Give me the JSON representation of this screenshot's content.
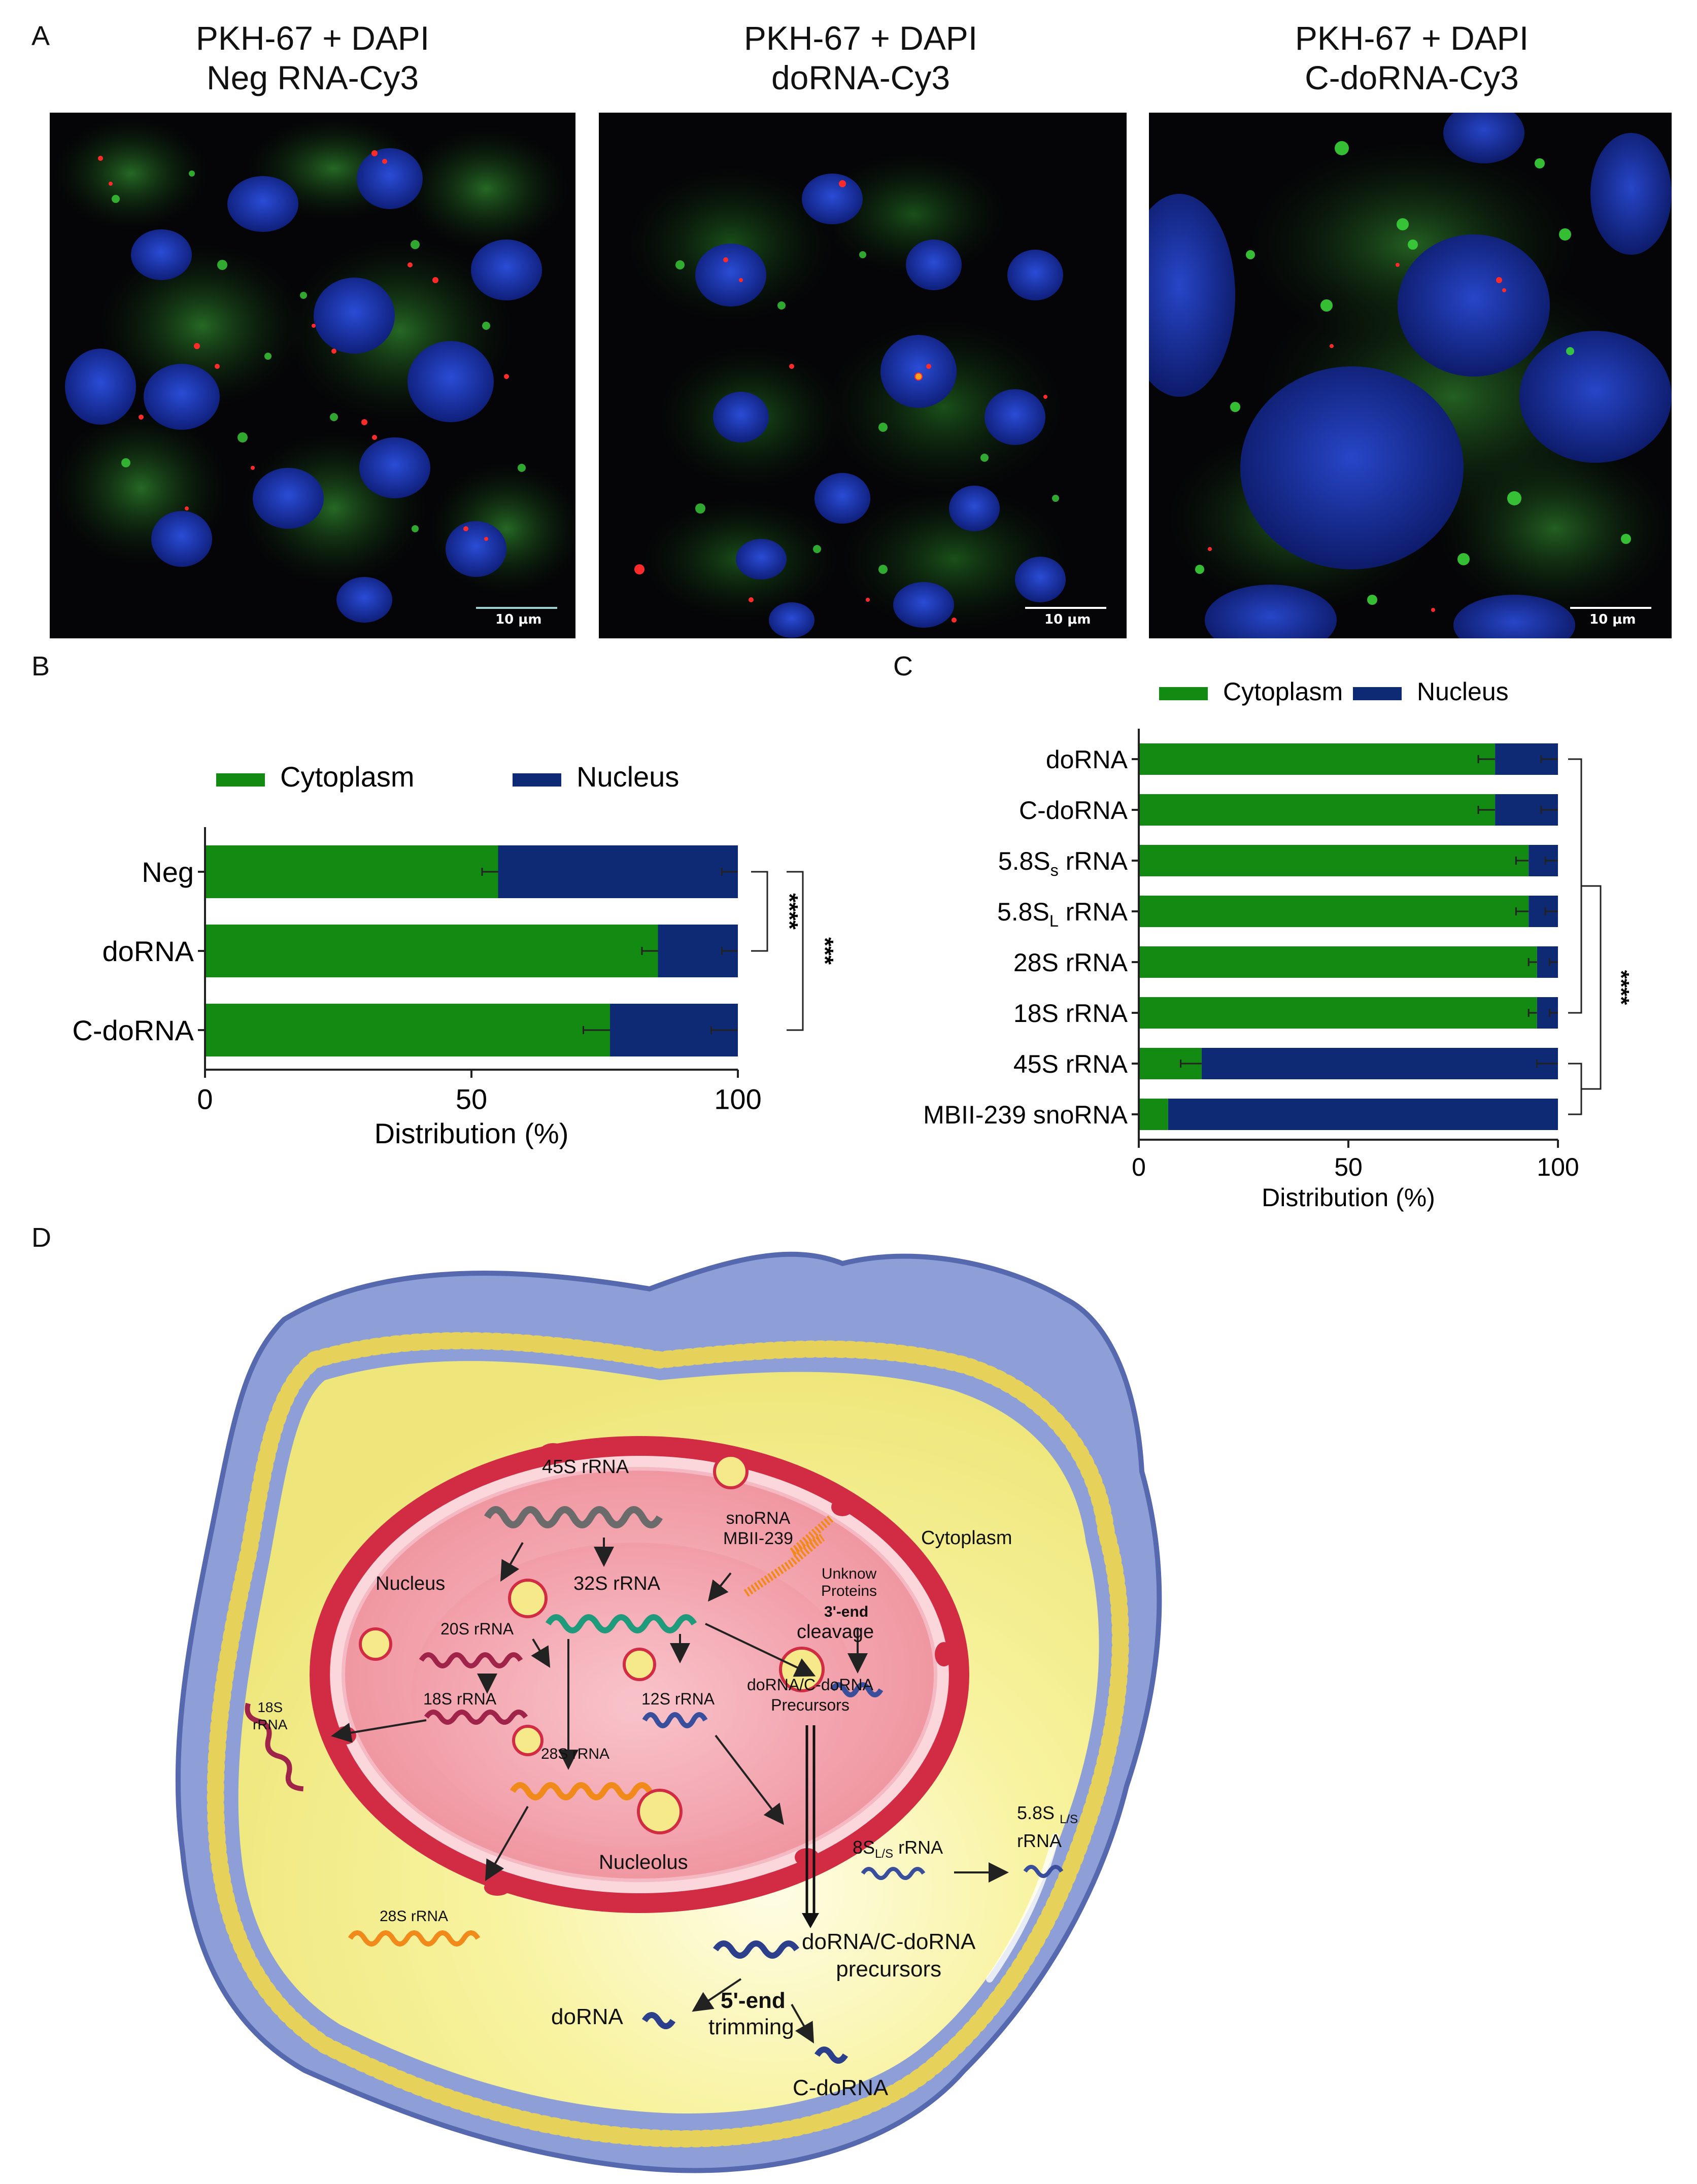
{
  "panels": {
    "A": {
      "letter": "A",
      "images": [
        {
          "line1": "PKH-67 + DAPI",
          "line2": "Neg RNA-Cy3",
          "scale": "10 μm"
        },
        {
          "line1": "PKH-67 + DAPI",
          "line2": "doRNA-Cy3",
          "scale": "10 μm"
        },
        {
          "line1": "PKH-67 + DAPI",
          "line2": "C-doRNA-Cy3",
          "scale": "10 μm"
        }
      ]
    },
    "B": {
      "letter": "B"
    },
    "C": {
      "letter": "C"
    },
    "D": {
      "letter": "D"
    }
  },
  "colors": {
    "cytoplasm": "#138a12",
    "nucleus": "#0e2a74",
    "membrane": "#7a8cc6",
    "cell_fill": "#f6f29a",
    "nucleus_fill": "#f3a6ae",
    "envelope": "#dc3548"
  },
  "chart_data": [
    {
      "type": "bar",
      "stacked": true,
      "orientation": "horizontal",
      "categories": [
        "Neg",
        "doRNA",
        "C-doRNA"
      ],
      "series": [
        {
          "name": "Cytoplasm",
          "values": [
            55,
            85,
            76
          ],
          "errors": [
            3,
            3,
            5
          ]
        },
        {
          "name": "Nucleus",
          "values": [
            45,
            15,
            24
          ],
          "errors": [
            3,
            3,
            5
          ]
        }
      ],
      "xlabel": "Distribution (%)",
      "xlim": [
        0,
        100
      ],
      "xticks": [
        "0",
        "50",
        "100"
      ],
      "legend": "top",
      "significance": [
        {
          "label": "****",
          "between": [
            "Neg",
            "doRNA"
          ]
        },
        {
          "label": "***",
          "between": [
            "Neg",
            "C-doRNA"
          ]
        }
      ]
    },
    {
      "type": "bar",
      "stacked": true,
      "orientation": "horizontal",
      "categories": [
        "doRNA",
        "C-doRNA",
        "5.8Ss rRNA",
        "5.8SL rRNA",
        "28S rRNA",
        "18S rRNA",
        "45S rRNA",
        "MBII-239 snoRNA"
      ],
      "category_labels": [
        {
          "main": "doRNA",
          "sub": "",
          "tail": ""
        },
        {
          "main": "C-doRNA",
          "sub": "",
          "tail": ""
        },
        {
          "main": "5.8S",
          "sub": "s",
          "tail": " rRNA"
        },
        {
          "main": "5.8S",
          "sub": "L",
          "tail": " rRNA"
        },
        {
          "main": "28S rRNA",
          "sub": "",
          "tail": ""
        },
        {
          "main": "18S rRNA",
          "sub": "",
          "tail": ""
        },
        {
          "main": "45S rRNA",
          "sub": "",
          "tail": ""
        },
        {
          "main": "MBII-239 snoRNA",
          "sub": "",
          "tail": ""
        }
      ],
      "series": [
        {
          "name": "Cytoplasm",
          "values": [
            85,
            85,
            93,
            93,
            95,
            95,
            15,
            7
          ],
          "errors": [
            4,
            4,
            3,
            3,
            2,
            2,
            5,
            0
          ]
        },
        {
          "name": "Nucleus",
          "values": [
            15,
            15,
            7,
            7,
            5,
            5,
            85,
            93
          ],
          "errors": [
            4,
            4,
            3,
            3,
            2,
            2,
            5,
            0
          ]
        }
      ],
      "xlabel": "Distribution (%)",
      "xlim": [
        0,
        100
      ],
      "xticks": [
        "0",
        "50",
        "100"
      ],
      "legend": "top",
      "significance": [
        {
          "label": "****",
          "between": [
            "rRNAs",
            "45S rRNA / MBII-239 snoRNA"
          ]
        }
      ]
    }
  ],
  "diagram": {
    "cytoplasm": "Cytoplasm",
    "nucleus": "Nucleus",
    "nucleolus": "Nucleolus",
    "r45s": "45S rRNA",
    "r32s": "32S rRNA",
    "r20s": "20S rRNA",
    "r18s_in": "18S rRNA",
    "r18s_out_1": "18S",
    "r18s_out_2": "rRNA",
    "r28s_in": "28S rRNA",
    "r28s_out": "28S rRNA",
    "r12s": "12S rRNA",
    "sno_1": "snoRNA",
    "sno_2": "MBII-239",
    "unk_1": "Unknow",
    "unk_2": "Proteins",
    "end3": "3'-end",
    "cleavage": "cleavage",
    "prec_in_1": "doRNA/C-doRNA",
    "prec_in_2": "Precursors",
    "r8s_main": "8S",
    "r8s_sub": "L/S",
    "r8s_tail": " rRNA",
    "r58_main": "5.8S",
    "r58_sub": "L/S",
    "r58_tail": "rRNA",
    "prec_out_1": "doRNA/C-doRNA",
    "prec_out_2": "precursors",
    "end5": "5'-end",
    "trimming": "trimming",
    "dorna": "doRNA",
    "cdorna": "C-doRNA"
  }
}
